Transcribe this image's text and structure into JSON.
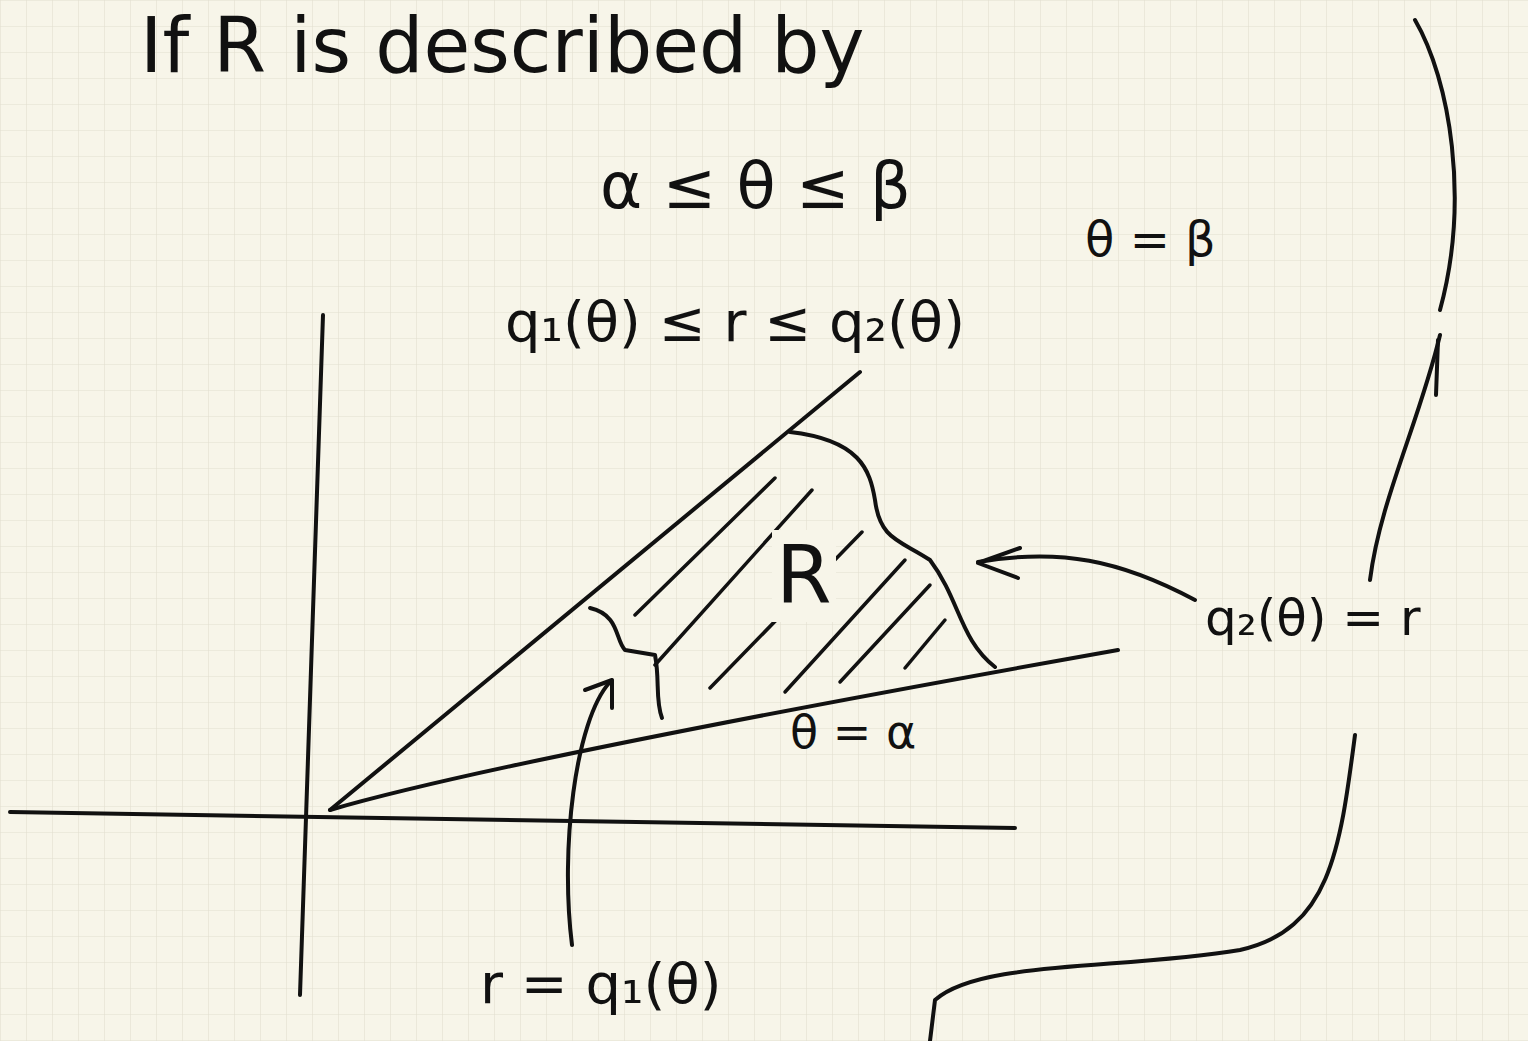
{
  "diagram": {
    "labels": [
      "If R is described by",
      "α ≤ θ ≤ β",
      "θ = β",
      "q₁(θ) ≤ r ≤ q₂(θ)",
      "R",
      "q₂(θ) = r",
      "θ = α",
      "r = q₁(θ)"
    ]
  }
}
